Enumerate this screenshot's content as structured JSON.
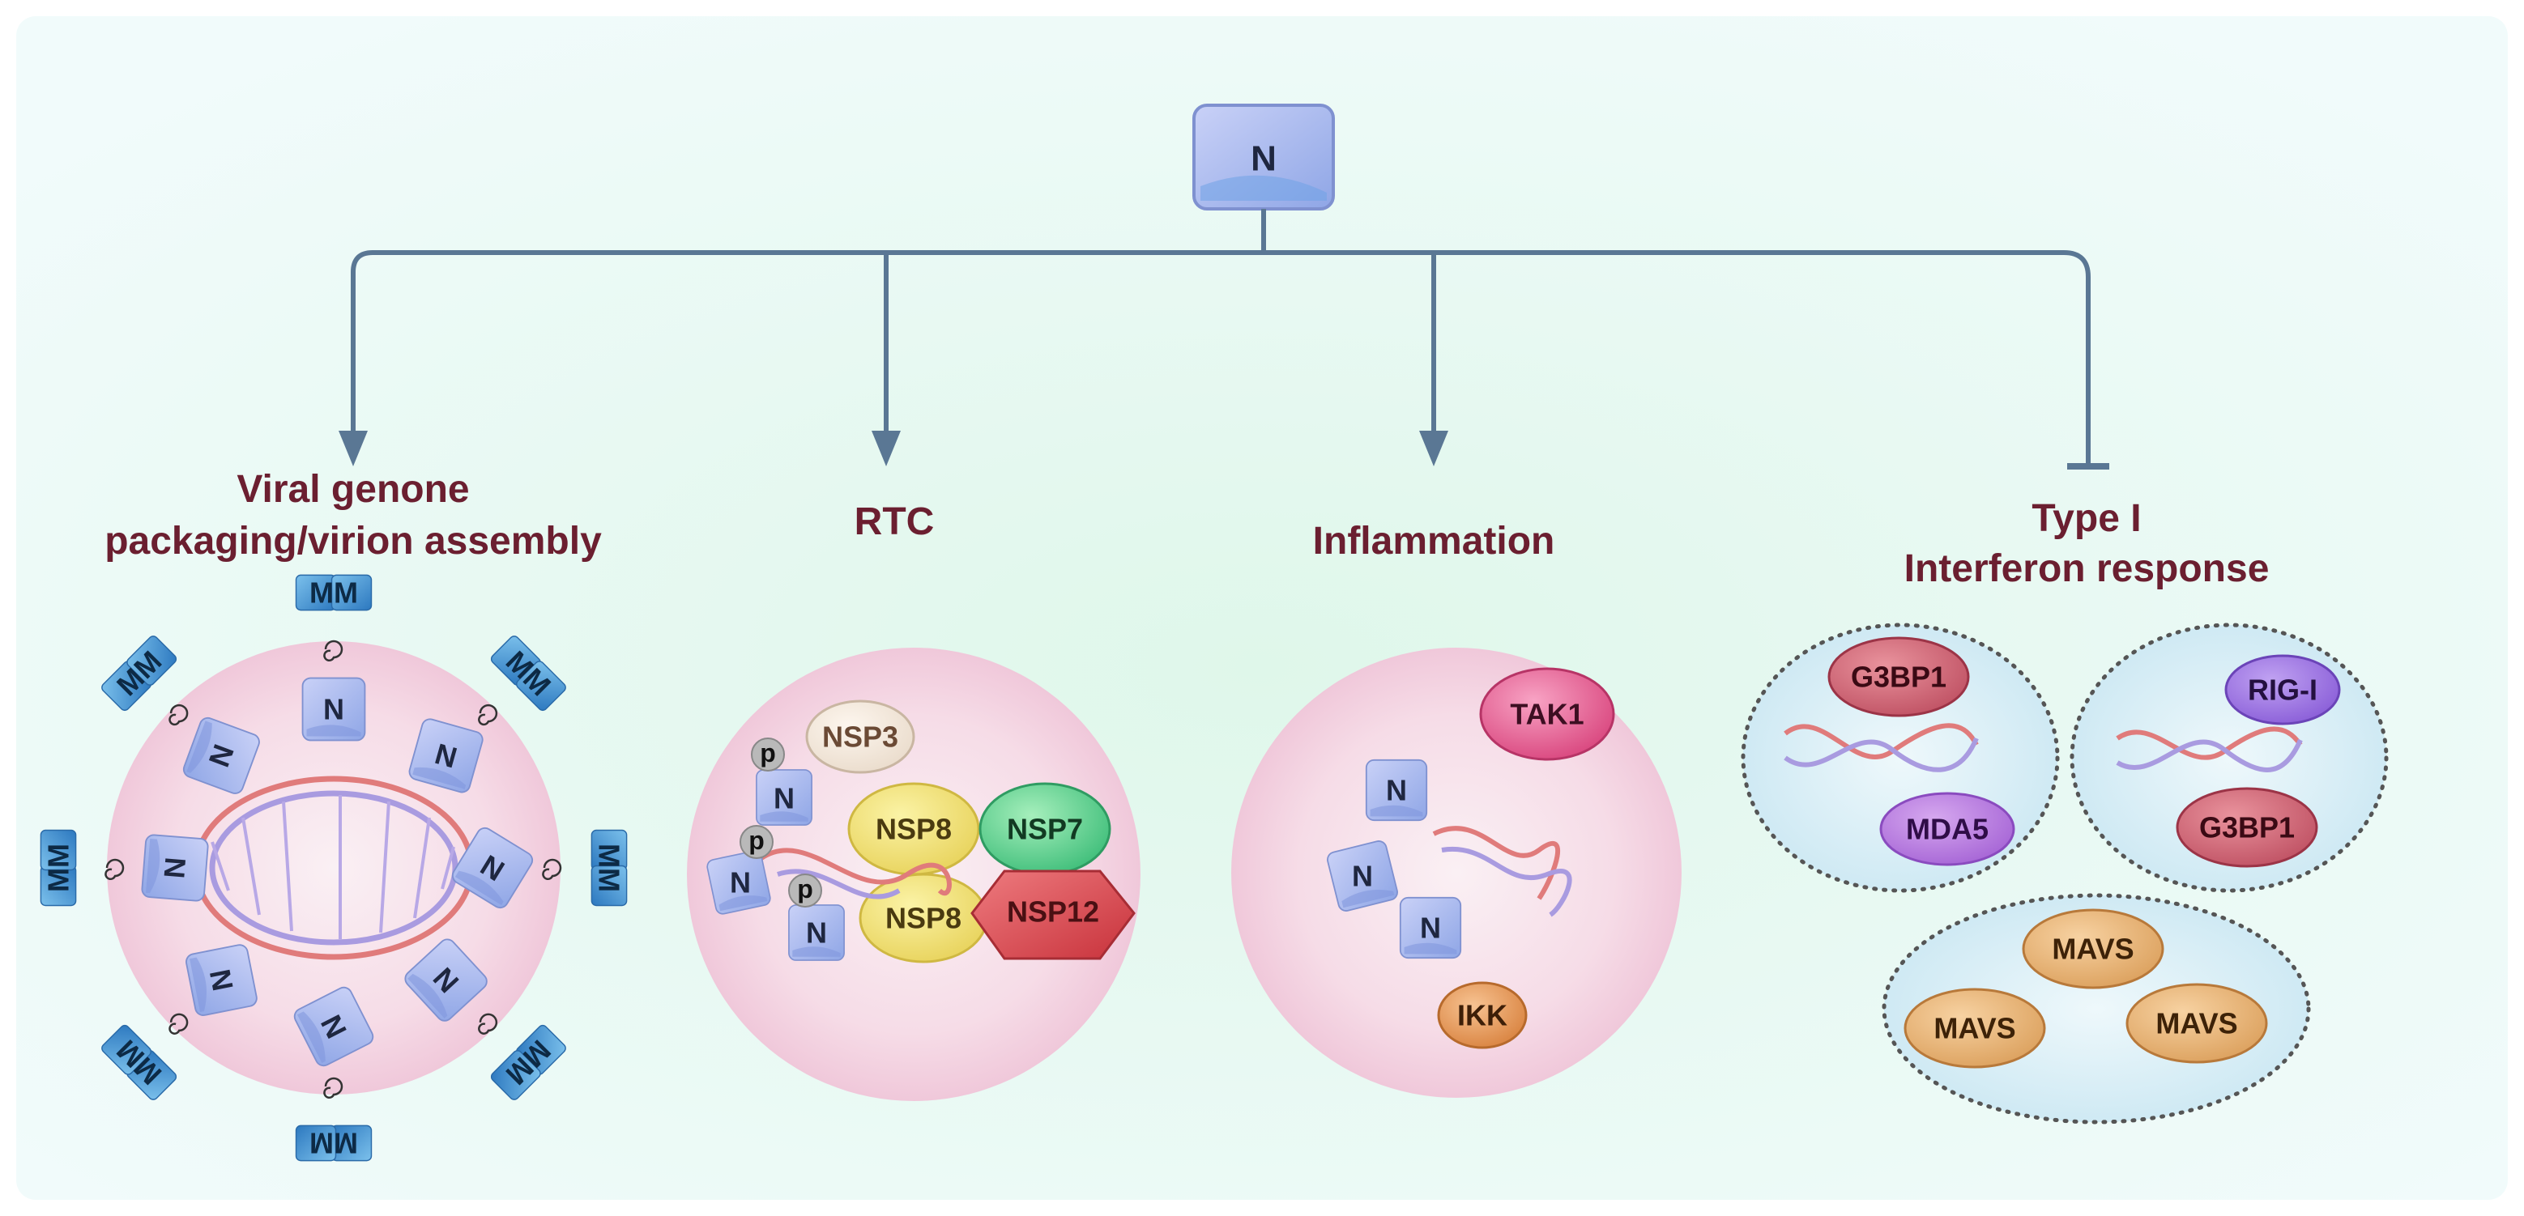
{
  "top_node": {
    "label": "N"
  },
  "branches": [
    {
      "title_lines": [
        "Viral genone",
        "packaging/virion assembly"
      ],
      "effect": "activation"
    },
    {
      "title_lines": [
        "RTC"
      ],
      "effect": "activation"
    },
    {
      "title_lines": [
        "Inflammation"
      ],
      "effect": "activation"
    },
    {
      "title_lines": [
        "Type I",
        "Interferon response"
      ],
      "effect": "inhibition"
    }
  ],
  "packaging": {
    "n_label": "N",
    "m_label": "MM"
  },
  "rtc": {
    "n_label": "N",
    "p_label": "p",
    "nsp3": "NSP3",
    "nsp8_top": "NSP8",
    "nsp7": "NSP7",
    "nsp8_bottom": "NSP8",
    "nsp12": "NSP12"
  },
  "inflammation": {
    "n_label": "N",
    "tak1": "TAK1",
    "ikk": "IKK"
  },
  "interferon": {
    "g3bp1_a": "G3BP1",
    "mda5": "MDA5",
    "rig_i": "RIG-I",
    "g3bp1_b": "G3BP1",
    "mavs_top": "MAVS",
    "mavs_left": "MAVS",
    "mavs_right": "MAVS"
  },
  "colors": {
    "arrow": "#5a7794",
    "header_text": "#6b1f30",
    "n_box": "#aab8ee",
    "m_box": "#3f8fcf",
    "cell_pink": "#f3d4e2",
    "cell_blue": "#d4ecf5",
    "rna_red": "#e07b7b",
    "rna_purple": "#a99be0"
  }
}
